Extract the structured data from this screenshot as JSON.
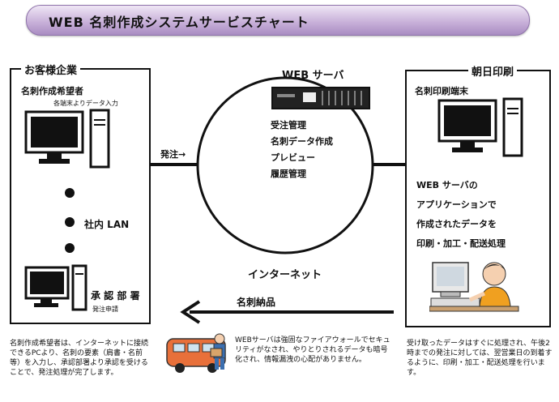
{
  "title": "WEB 名刺作成システムサービスチャート",
  "left_box": {
    "label": "お客様企業",
    "requester": "名刺作成希望者",
    "requester_sub": "各端末よりデータ入力",
    "lan": "社内 LAN",
    "approval": "承 認 部 署",
    "approval_sub": "発注申請"
  },
  "center": {
    "server_label": "WEB サーバ",
    "functions": [
      "受注管理",
      "名刺データ作成",
      "プレビュー",
      "履歴管理"
    ],
    "internet": "インターネット",
    "order_label": "発注→"
  },
  "right_box": {
    "label": "朝日印刷",
    "terminal": "名刺印刷端末",
    "process_lines": [
      "WEB サーバの",
      "アプリケーションで",
      "作成されたデータを",
      "印刷・加工・配送処理"
    ]
  },
  "delivery": {
    "label": "名刺納品"
  },
  "notes": {
    "left": "名刺作成希望者は、インターネットに接続できるPCより、名刺の要素（肩書・名前等）を入力し、承認部署より承認を受けることで、発注処理が完了します。",
    "center": "WEBサーバは強固なファイアウォールでセキュリティがなされ、やりとりされるデータも暗号化され、情報漏洩の心配がありません。",
    "right": "受け取ったデータはすぐに処理され、午後2時までの発注に対しては、翌営業日の到着するように、印刷・加工・配送処理を行います。"
  },
  "colors": {
    "title_bar": "#c9b2da",
    "truck": "#e8703a",
    "person_shirt": "#f0a020"
  }
}
